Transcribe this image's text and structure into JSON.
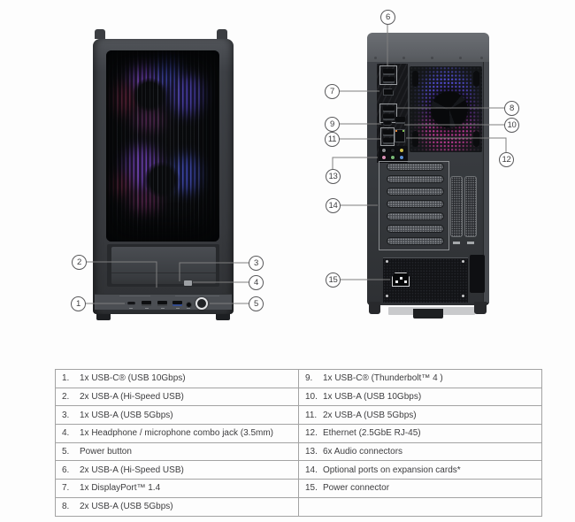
{
  "callouts": [
    "1",
    "2",
    "3",
    "4",
    "5",
    "6",
    "7",
    "8",
    "9",
    "10",
    "11",
    "12",
    "13",
    "14",
    "15"
  ],
  "table": {
    "rows": [
      {
        "l_no": "1.",
        "l": "1x USB-C® (USB 10Gbps)",
        "r_no": "9.",
        "r": "1x USB-C® (Thunderbolt™ 4 )"
      },
      {
        "l_no": "2.",
        "l": "2x USB-A (Hi-Speed USB)",
        "r_no": "10.",
        "r": "1x USB-A (USB 10Gbps)"
      },
      {
        "l_no": "3.",
        "l": "1x USB-A (USB 5Gbps)",
        "r_no": "11.",
        "r": "2x USB-A (USB 5Gbps)"
      },
      {
        "l_no": "4.",
        "l": "1x Headphone / microphone combo jack (3.5mm)",
        "r_no": "12.",
        "r": "Ethernet (2.5GbE RJ-45)"
      },
      {
        "l_no": "5.",
        "l": "Power button",
        "r_no": "13.",
        "r": "6x Audio connectors"
      },
      {
        "l_no": "6.",
        "l": "2x USB-A (Hi-Speed USB)",
        "r_no": "14.",
        "r": "Optional ports on expansion cards*"
      },
      {
        "l_no": "7.",
        "l": "1x DisplayPort™ 1.4",
        "r_no": "15.",
        "r": "Power connector"
      },
      {
        "l_no": "8.",
        "l": "2x USB-A (USB 5Gbps)",
        "r_no": "",
        "r": ""
      }
    ]
  },
  "colors": {
    "fan_glow_blue": "#4a57ea",
    "fan_glow_violet": "#5a49e0",
    "fan_glow_purple": "#8747de",
    "fan_glow_magenta": "#bb3fae",
    "fan_glow_crimson": "#b5305f",
    "audio_jack_gray": "#8e9094",
    "audio_jack_black": "#26282b",
    "audio_jack_yellow": "#cfc04a",
    "audio_jack_pink": "#d78fb4",
    "audio_jack_green": "#79b877",
    "audio_jack_blue": "#5b8fd6",
    "ethernet_led_orange": "#d8823a",
    "ethernet_led_green": "#7fc24f",
    "callout_stroke": "#59595b",
    "table_border": "#a3a3a3"
  }
}
